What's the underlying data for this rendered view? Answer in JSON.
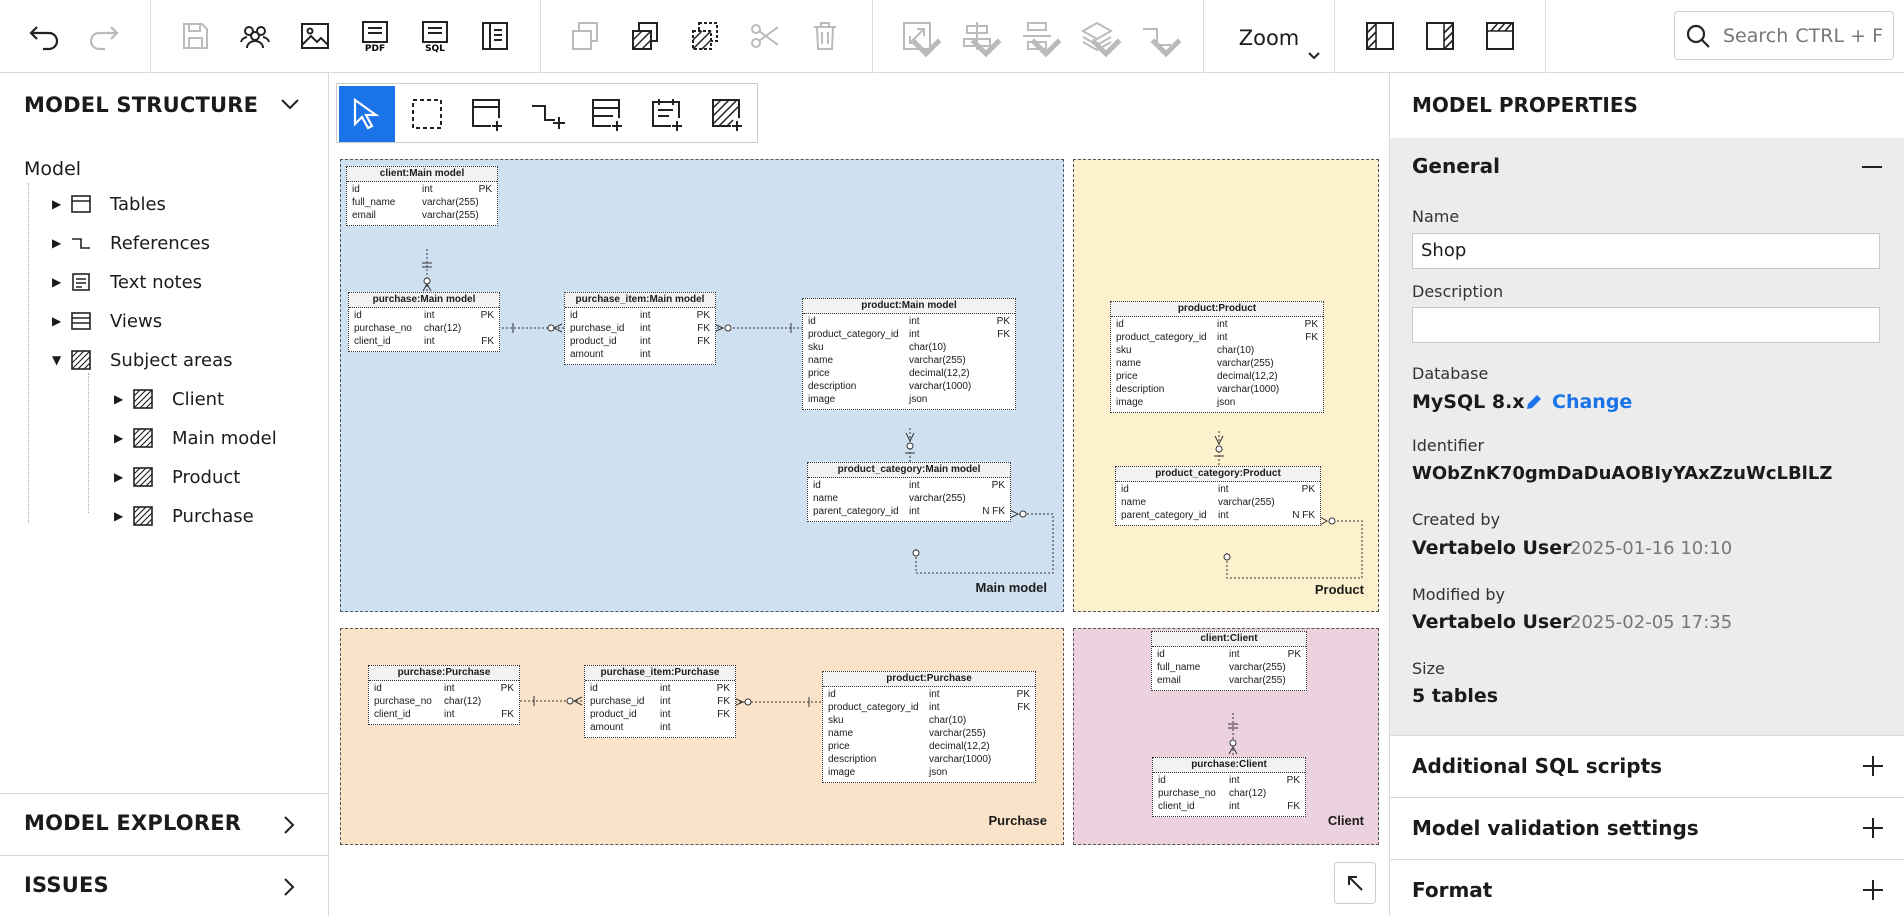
{
  "toolbar": {
    "zoom_label": "Zoom",
    "search_placeholder": "Search",
    "search_shortcut": "CTRL + F",
    "pdf_label": "PDF",
    "sql_label": "SQL"
  },
  "left": {
    "model_structure": "MODEL STRUCTURE",
    "model_root": "Model",
    "items": [
      {
        "label": "Tables",
        "icon": "table-icon"
      },
      {
        "label": "References",
        "icon": "reference-icon"
      },
      {
        "label": "Text notes",
        "icon": "text-note-icon"
      },
      {
        "label": "Views",
        "icon": "view-icon"
      },
      {
        "label": "Subject areas",
        "icon": "subject-area-icon"
      }
    ],
    "subject_areas": [
      "Client",
      "Main model",
      "Product",
      "Purchase"
    ],
    "model_explorer": "MODEL EXPLORER",
    "issues": "ISSUES"
  },
  "areas": {
    "main": "Main model",
    "product": "Product",
    "purchase": "Purchase",
    "client": "Client",
    "colors": {
      "main": "#cfe0f1",
      "product": "#fdf0cc",
      "purchase": "#fbe3c9",
      "client": "#ecd2de"
    }
  },
  "tables": {
    "client_main": {
      "title": "client:Main model",
      "rows": [
        [
          "id",
          "int",
          "PK"
        ],
        [
          "full_name",
          "varchar(255)",
          ""
        ],
        [
          "email",
          "varchar(255)",
          ""
        ]
      ]
    },
    "purchase_main": {
      "title": "purchase:Main model",
      "rows": [
        [
          "id",
          "int",
          "PK"
        ],
        [
          "purchase_no",
          "char(12)",
          ""
        ],
        [
          "client_id",
          "int",
          "FK"
        ]
      ]
    },
    "purchase_item_main": {
      "title": "purchase_item:Main model",
      "rows": [
        [
          "id",
          "int",
          "PK"
        ],
        [
          "purchase_id",
          "int",
          "FK"
        ],
        [
          "product_id",
          "int",
          "FK"
        ],
        [
          "amount",
          "int",
          ""
        ]
      ]
    },
    "product_main": {
      "title": "product:Main model",
      "rows": [
        [
          "id",
          "int",
          "PK"
        ],
        [
          "product_category_id",
          "int",
          "FK"
        ],
        [
          "sku",
          "char(10)",
          ""
        ],
        [
          "name",
          "varchar(255)",
          ""
        ],
        [
          "price",
          "decimal(12,2)",
          ""
        ],
        [
          "description",
          "varchar(1000)",
          ""
        ],
        [
          "image",
          "json",
          ""
        ]
      ]
    },
    "product_category_main": {
      "title": "product_category:Main model",
      "rows": [
        [
          "id",
          "int",
          "PK"
        ],
        [
          "name",
          "varchar(255)",
          ""
        ],
        [
          "parent_category_id",
          "int",
          "N FK"
        ]
      ]
    },
    "product_product": {
      "title": "product:Product",
      "rows": [
        [
          "id",
          "int",
          "PK"
        ],
        [
          "product_category_id",
          "int",
          "FK"
        ],
        [
          "sku",
          "char(10)",
          ""
        ],
        [
          "name",
          "varchar(255)",
          ""
        ],
        [
          "price",
          "decimal(12,2)",
          ""
        ],
        [
          "description",
          "varchar(1000)",
          ""
        ],
        [
          "image",
          "json",
          ""
        ]
      ]
    },
    "product_category_product": {
      "title": "product_category:Product",
      "rows": [
        [
          "id",
          "int",
          "PK"
        ],
        [
          "name",
          "varchar(255)",
          ""
        ],
        [
          "parent_category_id",
          "int",
          "N FK"
        ]
      ]
    },
    "purchase_purchase": {
      "title": "purchase:Purchase",
      "rows": [
        [
          "id",
          "int",
          "PK"
        ],
        [
          "purchase_no",
          "char(12)",
          ""
        ],
        [
          "client_id",
          "int",
          "FK"
        ]
      ]
    },
    "purchase_item_purchase": {
      "title": "purchase_item:Purchase",
      "rows": [
        [
          "id",
          "int",
          "PK"
        ],
        [
          "purchase_id",
          "int",
          "FK"
        ],
        [
          "product_id",
          "int",
          "FK"
        ],
        [
          "amount",
          "int",
          ""
        ]
      ]
    },
    "product_purchase": {
      "title": "product:Purchase",
      "rows": [
        [
          "id",
          "int",
          "PK"
        ],
        [
          "product_category_id",
          "int",
          "FK"
        ],
        [
          "sku",
          "char(10)",
          ""
        ],
        [
          "name",
          "varchar(255)",
          ""
        ],
        [
          "price",
          "decimal(12,2)",
          ""
        ],
        [
          "description",
          "varchar(1000)",
          ""
        ],
        [
          "image",
          "json",
          ""
        ]
      ]
    },
    "client_client": {
      "title": "client:Client",
      "rows": [
        [
          "id",
          "int",
          "PK"
        ],
        [
          "full_name",
          "varchar(255)",
          ""
        ],
        [
          "email",
          "varchar(255)",
          ""
        ]
      ]
    },
    "purchase_client": {
      "title": "purchase:Client",
      "rows": [
        [
          "id",
          "int",
          "PK"
        ],
        [
          "purchase_no",
          "char(12)",
          ""
        ],
        [
          "client_id",
          "int",
          "FK"
        ]
      ]
    }
  },
  "right": {
    "title": "MODEL PROPERTIES",
    "general": "General",
    "name_label": "Name",
    "name_value": "Shop",
    "description_label": "Description",
    "description_value": "",
    "database_label": "Database",
    "database_value": "MySQL 8.x",
    "change_label": "Change",
    "identifier_label": "Identifier",
    "identifier_value": "WObZnK70gmDaDuAOBIyYAxZzuWcLBlLZ",
    "created_label": "Created by",
    "created_user": "Vertabelo User",
    "created_date": "2025-01-16 10:10",
    "modified_label": "Modified by",
    "modified_user": "Vertabelo User",
    "modified_date": "2025-02-05 17:35",
    "size_label": "Size",
    "size_value": "5 tables",
    "additional_sql": "Additional SQL scripts",
    "validation": "Model validation settings",
    "format": "Format",
    "accent": "#1a73e8"
  }
}
